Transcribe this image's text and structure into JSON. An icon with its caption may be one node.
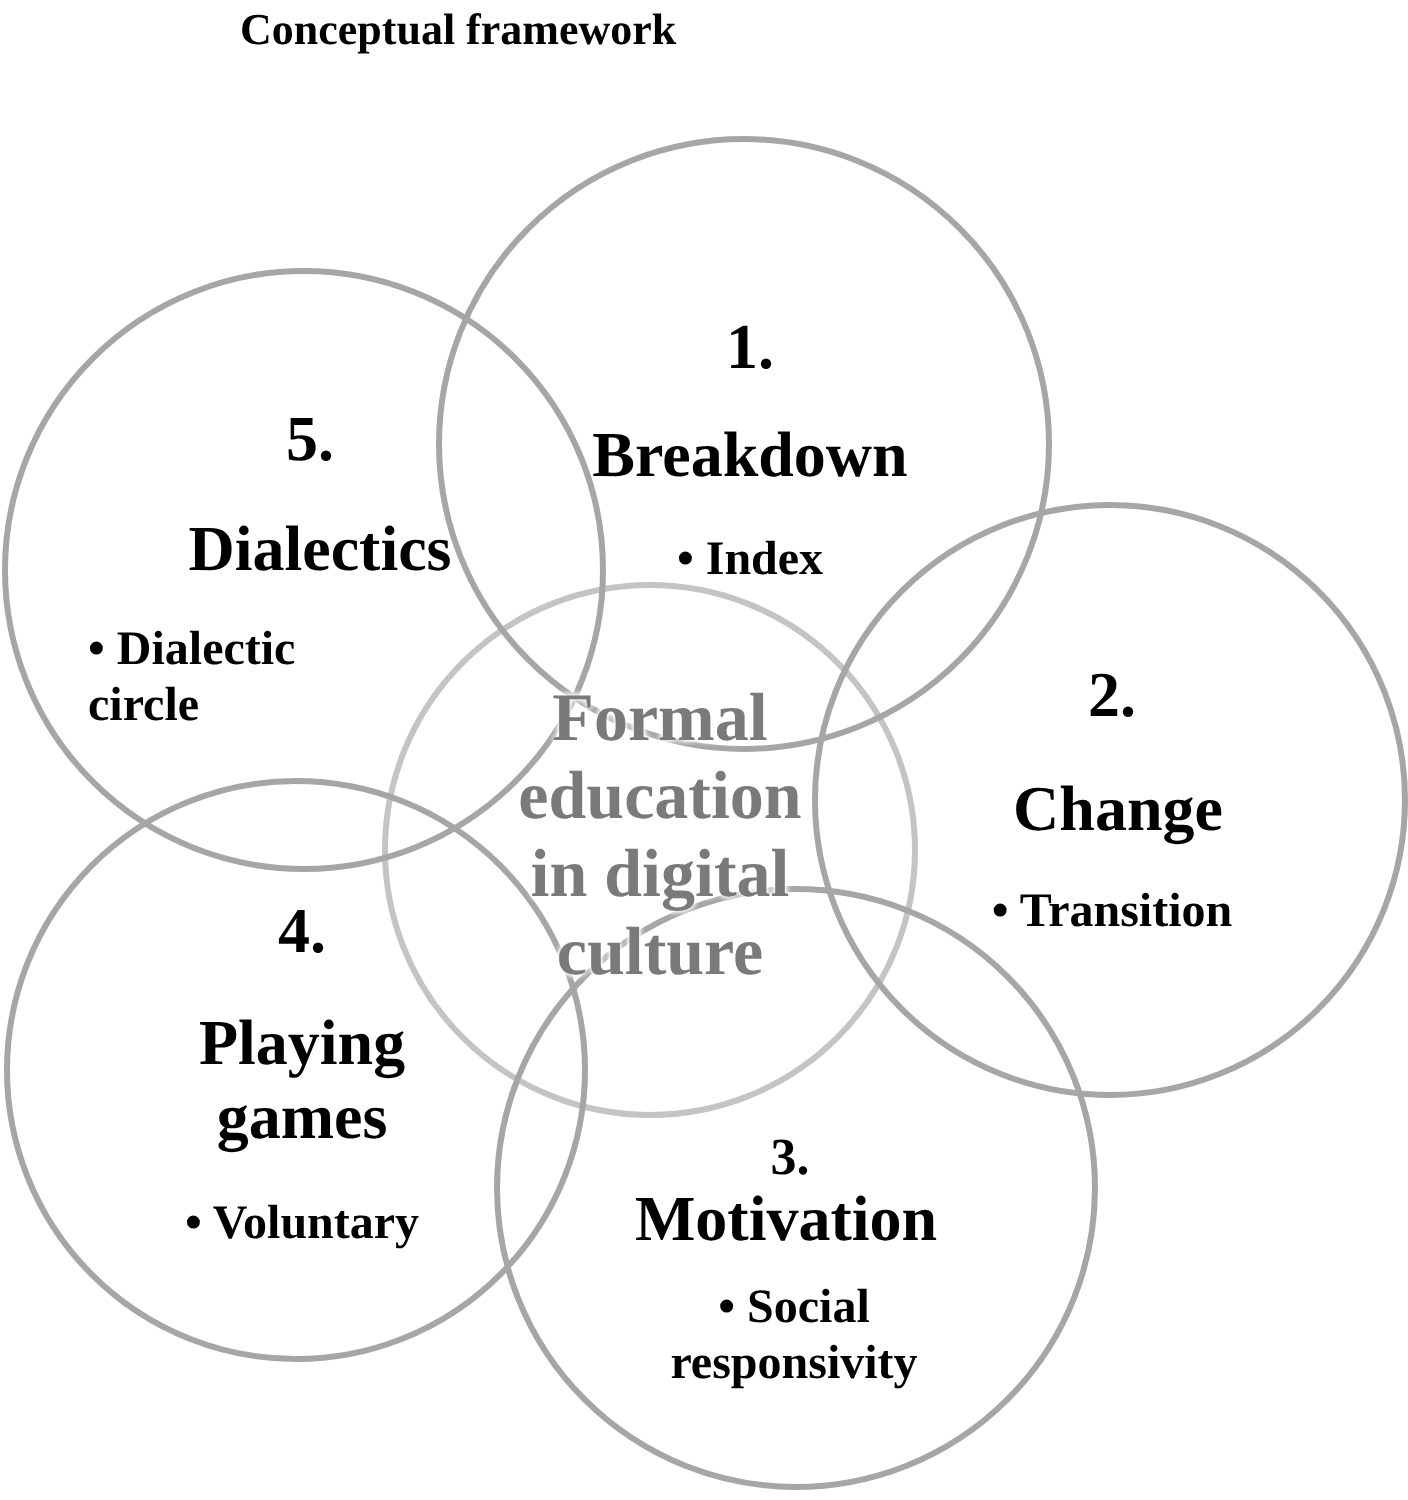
{
  "diagram": {
    "title": "Conceptual framework",
    "nodes": [
      {
        "text": [
          "Formal education in digital culture"
        ]
      },
      {
        "text": [
          "1.",
          "Breakdown",
          "• Index"
        ]
      },
      {
        "text": [
          "2.",
          "Change",
          "• Transition"
        ]
      },
      {
        "text": [
          "3.",
          "Motivation",
          "• Social responsivity"
        ]
      },
      {
        "text": [
          "4.",
          "Playing games",
          "• Voluntary"
        ]
      },
      {
        "text": [
          "5.",
          "Dialectics",
          "• Dialectic circle"
        ]
      }
    ],
    "edges": []
  }
}
